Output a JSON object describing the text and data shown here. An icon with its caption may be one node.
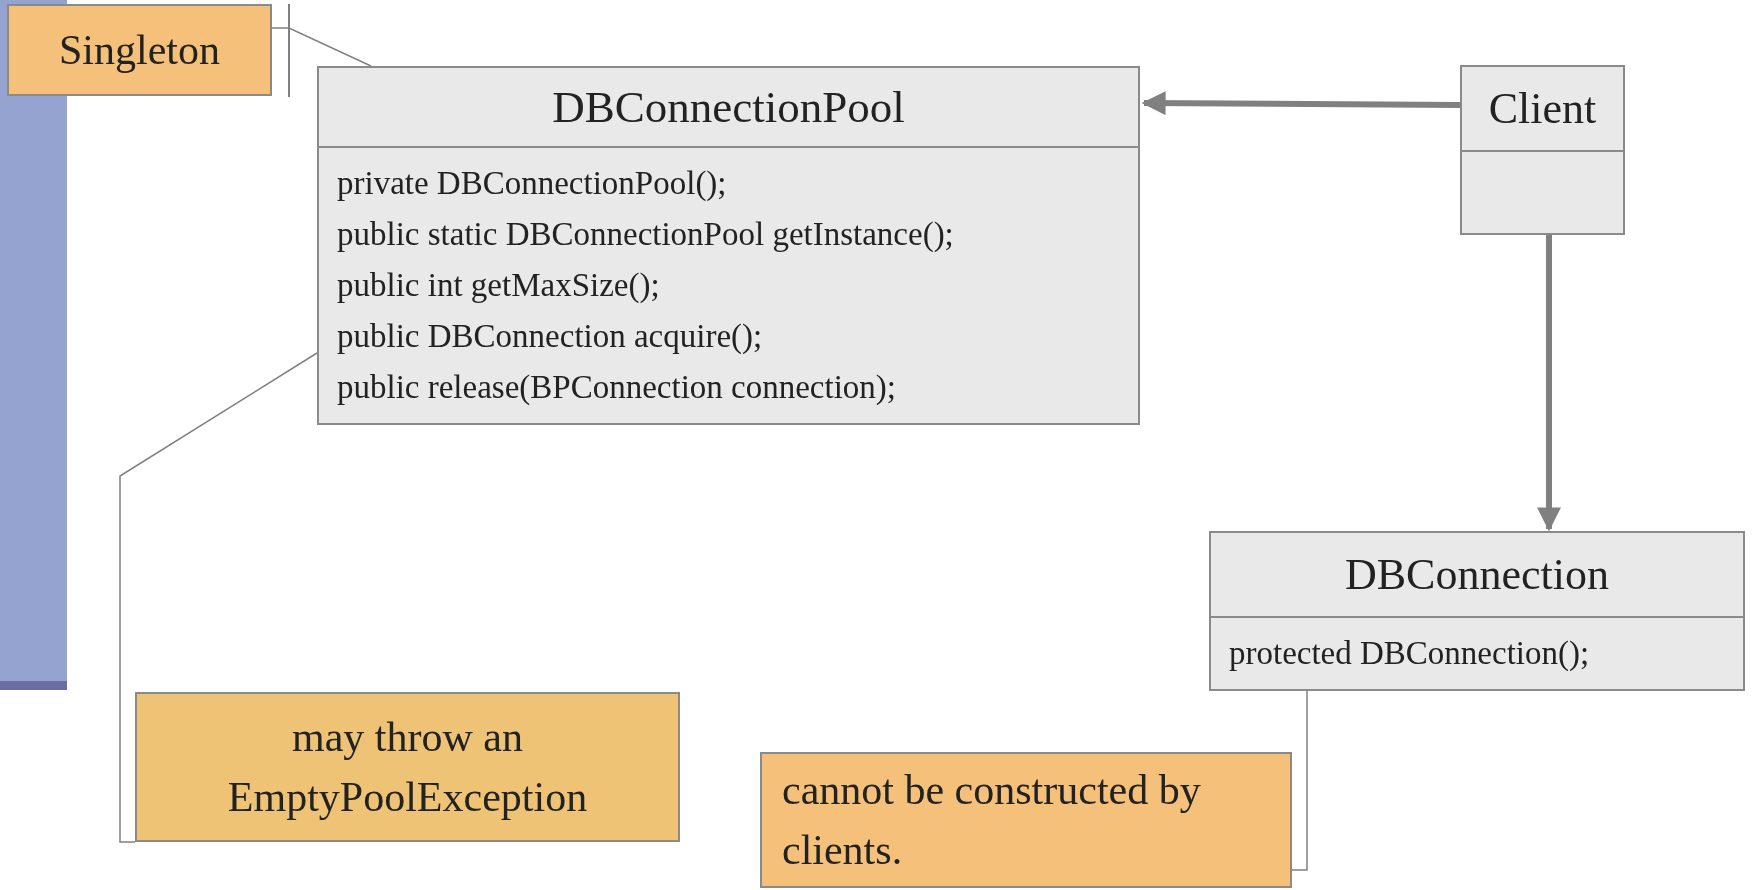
{
  "diagram": {
    "nodes": [
      {
        "text": [
          "Singleton"
        ]
      },
      {
        "text": [
          "DBConnectionPool",
          "private DBConnectionPool();",
          "public static DBConnectionPool getInstance();",
          "public int getMaxSize();",
          "public DBConnection acquire();",
          "public release(BPConnection connection);"
        ]
      },
      {
        "text": [
          "Client"
        ]
      },
      {
        "text": [
          "DBConnection",
          "protected DBConnection();"
        ]
      },
      {
        "text": [
          "may throw an EmptyPoolException"
        ]
      },
      {
        "text": [
          "cannot be constructed by clients."
        ]
      },
      {
        "text": [],
        "shape": "bar"
      }
    ],
    "edges": [
      {
        "from": 2,
        "to": 1,
        "arrow": "to",
        "style": "thick"
      },
      {
        "from": 2,
        "to": 3,
        "arrow": "to",
        "style": "thick"
      },
      {
        "from": 0,
        "to": 1,
        "arrow": "none"
      },
      {
        "from": 4,
        "to": 1,
        "arrow": "none"
      },
      {
        "from": 5,
        "to": 3,
        "arrow": "none"
      }
    ]
  }
}
